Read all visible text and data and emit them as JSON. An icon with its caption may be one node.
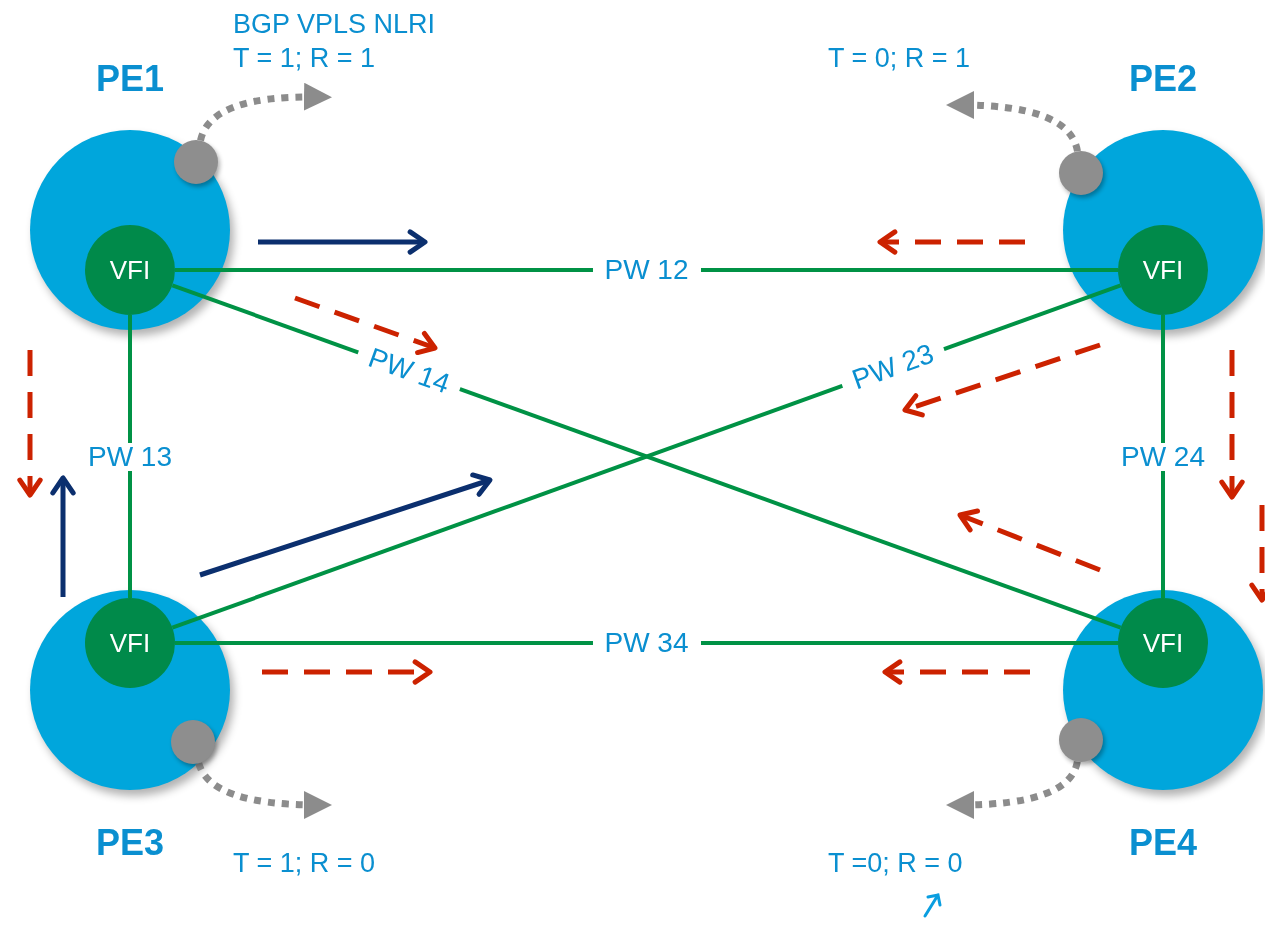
{
  "diagram": {
    "nodes": [
      {
        "text": [
          "PE1"
        ]
      },
      {
        "text": [
          "PE2"
        ]
      },
      {
        "text": [
          "PE3"
        ]
      },
      {
        "text": [
          "PE4"
        ]
      },
      {
        "text": [
          "VFI"
        ],
        "in": 0
      },
      {
        "text": [
          "VFI"
        ],
        "in": 1
      },
      {
        "text": [
          "VFI"
        ],
        "in": 2
      },
      {
        "text": [
          "VFI"
        ],
        "in": 3
      },
      {
        "text": [],
        "shape": "circle",
        "in": 0
      },
      {
        "text": [],
        "shape": "circle",
        "in": 1
      },
      {
        "text": [],
        "shape": "circle",
        "in": 2
      },
      {
        "text": [],
        "shape": "circle",
        "in": 3
      }
    ],
    "edges": [
      {
        "from": 4,
        "to": 5,
        "arrow": "none",
        "label": "PW 12"
      },
      {
        "from": 4,
        "to": 6,
        "arrow": "none",
        "label": "PW 13"
      },
      {
        "from": 4,
        "to": 7,
        "arrow": "none",
        "label": "PW 14"
      },
      {
        "from": 6,
        "to": 5,
        "arrow": "none",
        "label": "PW 23"
      },
      {
        "from": 5,
        "to": 7,
        "arrow": "none",
        "label": "PW 24"
      },
      {
        "from": 6,
        "to": 7,
        "arrow": "none",
        "label": "PW 34"
      },
      {
        "from": 8,
        "to": null,
        "arrow": "to",
        "style": "dashed",
        "color": "#8c8c8c"
      },
      {
        "from": 9,
        "to": null,
        "arrow": "to",
        "style": "dashed",
        "color": "#8c8c8c"
      },
      {
        "from": 10,
        "to": null,
        "arrow": "to",
        "style": "dashed",
        "color": "#8c8c8c"
      },
      {
        "from": 11,
        "to": null,
        "arrow": "to",
        "style": "dashed",
        "color": "#8c8c8c"
      }
    ],
    "labels": [
      "BGP VPLS NLRI",
      "T = 1; R = 1",
      "T = 0; R = 1",
      "T = 1; R = 0",
      "T =0; R = 0"
    ]
  }
}
